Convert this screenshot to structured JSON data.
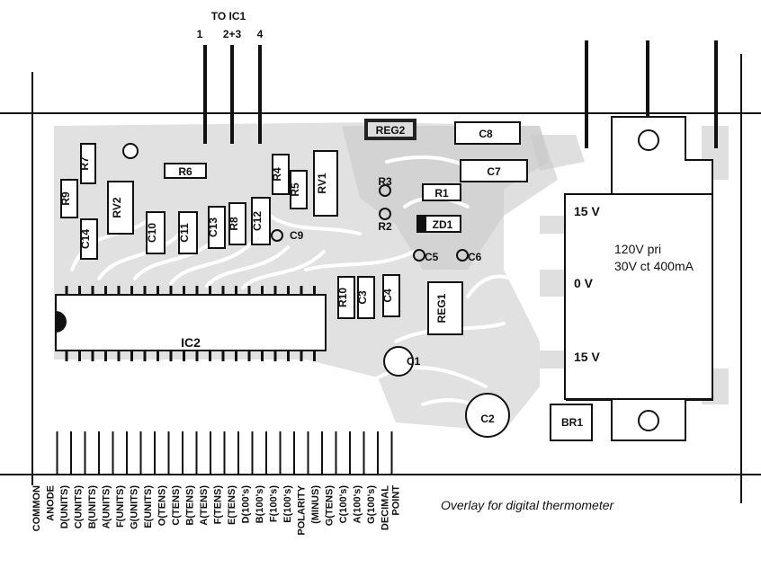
{
  "header": {
    "to_ic1": "TO IC1",
    "pin_labels": [
      "1",
      "2+3",
      "4"
    ]
  },
  "parts": {
    "reg2": "REG2",
    "c8": "C8",
    "c7": "C7",
    "r7": "R7",
    "r9": "R9",
    "rv2": "RV2",
    "r6": "R6",
    "r4": "R4",
    "r5": "R5",
    "rv1": "RV1",
    "r3": "R3",
    "r1": "R1",
    "r2": "R2",
    "zd1": "ZD1",
    "c14": "C14",
    "c10": "C10",
    "c11": "C11",
    "c13": "C13",
    "r8": "R8",
    "c12": "C12",
    "c9": "C9",
    "c5": "C5",
    "c6": "C6",
    "r10": "R10",
    "c3": "C3",
    "c4": "C4",
    "reg1": "REG1",
    "ic2": "IC2",
    "c1": "C1",
    "c2": "C2",
    "br1": "BR1"
  },
  "transformer": {
    "top_voltage": "15 V",
    "mid_voltage": "0 V",
    "bottom_voltage": "15 V",
    "spec_line1": "120V pri",
    "spec_line2": "30V ct 400mA"
  },
  "pin_labels_bottom": [
    "COMMON",
    "ANODE",
    "D(UNITS)",
    "C(UNITS)",
    "B(UNITS)",
    "A(UNITS)",
    "F(UNITS)",
    "G(UNITS)",
    "E(UNITS)",
    "O(TENS)",
    "C(TENS)",
    "B(TENS)",
    "A(TENS)",
    "F(TENS)",
    "E(TENS)",
    "D(100's)",
    "B(100's)",
    "F(100's)",
    "E(100's)",
    "POLARITY",
    "(MINUS)",
    "G(TENS)",
    "C(100's)",
    "A(100's)",
    "G(100's)",
    "DECIMAL",
    "POINT"
  ],
  "caption": "Overlay for digital thermometer"
}
